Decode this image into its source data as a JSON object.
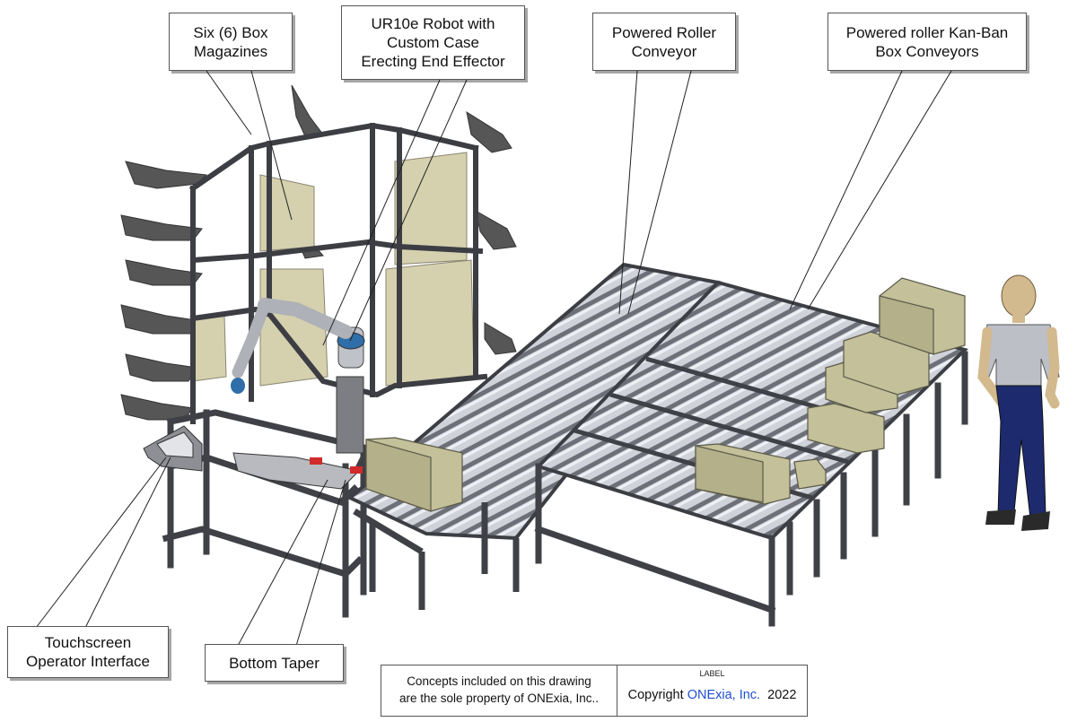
{
  "callouts": {
    "magazines": "Six (6) Box\nMagazines",
    "robot": "UR10e Robot with\nCustom Case\nErecting End Effector",
    "roller": "Powered Roller\nConveyor",
    "kanban": "Powered roller Kan-Ban\nBox Conveyors",
    "touchscreen": "Touchscreen\nOperator Interface",
    "taper": "Bottom Taper"
  },
  "notice": {
    "text": "Concepts included on this drawing\nare the sole property of ONExia, Inc..",
    "label": "LABEL",
    "copyright_prefix": "Copyright",
    "brand": "ONExia, Inc.",
    "year": "2022"
  },
  "colors": {
    "frame": "#4a4c52",
    "roller": "#c9ccd3",
    "box": "#c2bf98",
    "panel": "#d4cfae",
    "magazine_fin": "#555556",
    "human_body": "#cfb48a",
    "human_shirt": "#b9bcc2",
    "human_pants": "#1d2a6e"
  }
}
